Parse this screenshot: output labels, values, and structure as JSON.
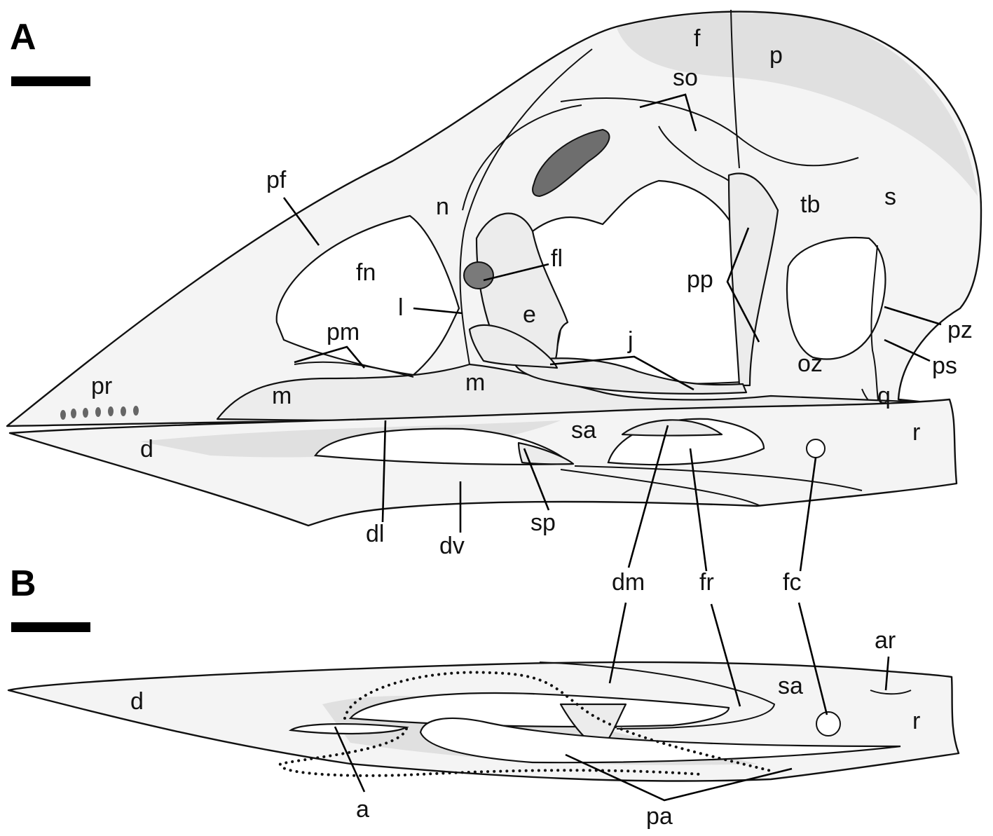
{
  "panels": [
    {
      "key": "A",
      "text": "A"
    },
    {
      "key": "B",
      "text": "B"
    }
  ],
  "labels": [
    {
      "key": "f",
      "text": "f"
    },
    {
      "key": "p",
      "text": "p"
    },
    {
      "key": "so",
      "text": "so"
    },
    {
      "key": "pf",
      "text": "pf"
    },
    {
      "key": "n",
      "text": "n"
    },
    {
      "key": "tb",
      "text": "tb"
    },
    {
      "key": "s",
      "text": "s"
    },
    {
      "key": "fn",
      "text": "fn"
    },
    {
      "key": "fl",
      "text": "fl"
    },
    {
      "key": "pp",
      "text": "pp"
    },
    {
      "key": "pz",
      "text": "pz"
    },
    {
      "key": "l",
      "text": "l"
    },
    {
      "key": "e",
      "text": "e"
    },
    {
      "key": "pm",
      "text": "pm"
    },
    {
      "key": "j",
      "text": "j"
    },
    {
      "key": "ps",
      "text": "ps"
    },
    {
      "key": "oz",
      "text": "oz"
    },
    {
      "key": "pr",
      "text": "pr"
    },
    {
      "key": "m1",
      "text": "m"
    },
    {
      "key": "m2",
      "text": "m"
    },
    {
      "key": "q",
      "text": "q"
    },
    {
      "key": "sa_a",
      "text": "sa"
    },
    {
      "key": "r_a",
      "text": "r"
    },
    {
      "key": "d_a",
      "text": "d"
    },
    {
      "key": "dl",
      "text": "dl"
    },
    {
      "key": "dv",
      "text": "dv"
    },
    {
      "key": "sp",
      "text": "sp"
    },
    {
      "key": "dm",
      "text": "dm"
    },
    {
      "key": "fr",
      "text": "fr"
    },
    {
      "key": "fc",
      "text": "fc"
    },
    {
      "key": "ar",
      "text": "ar"
    },
    {
      "key": "sa_b",
      "text": "sa"
    },
    {
      "key": "d_b",
      "text": "d"
    },
    {
      "key": "r_b",
      "text": "r"
    },
    {
      "key": "a",
      "text": "a"
    },
    {
      "key": "pa",
      "text": "pa"
    }
  ]
}
